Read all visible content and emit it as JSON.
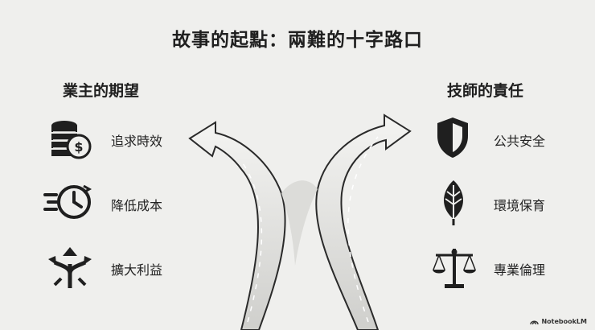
{
  "title": "故事的起點：兩難的十字路口",
  "left": {
    "heading": "業主的期望",
    "items": [
      {
        "label": "追求時效",
        "icon": "coin-stack-dollar-icon"
      },
      {
        "label": "降低成本",
        "icon": "fast-clock-icon"
      },
      {
        "label": "擴大利益",
        "icon": "split-arrows-icon"
      }
    ]
  },
  "right": {
    "heading": "技師的責任",
    "items": [
      {
        "label": "公共安全",
        "icon": "shield-icon"
      },
      {
        "label": "環境保育",
        "icon": "leaf-icon"
      },
      {
        "label": "專業倫理",
        "icon": "balance-scale-icon"
      }
    ]
  },
  "brand": {
    "label": "NotebookLM",
    "icon": "notebooklm-logo-icon"
  },
  "colors": {
    "ink": "#1f1f1f",
    "background": "#efefed",
    "road_fill": "#d9d9d6"
  }
}
